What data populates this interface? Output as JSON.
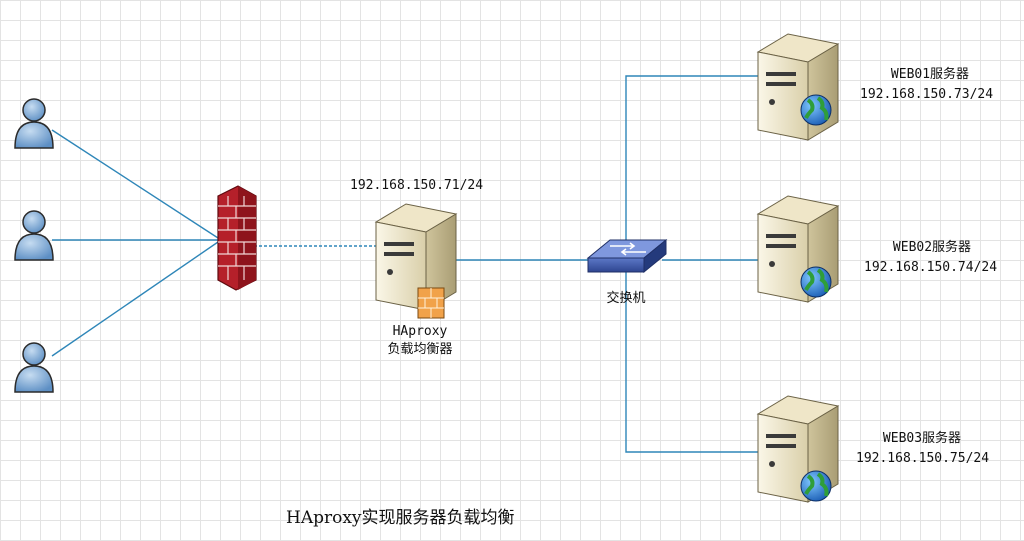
{
  "loadbalancer": {
    "ip": "192.168.150.71/24",
    "name": "HAproxy",
    "role": "负载均衡器"
  },
  "switch": {
    "label": "交换机"
  },
  "servers": [
    {
      "name": "WEB01服务器",
      "ip": "192.168.150.73/24"
    },
    {
      "name": "WEB02服务器",
      "ip": "192.168.150.74/24"
    },
    {
      "name": "WEB03服务器",
      "ip": "192.168.150.75/24"
    }
  ],
  "caption": "HAproxy实现服务器负载均衡",
  "icons": {
    "client": "user-icon",
    "firewall": "firewall-icon",
    "loadbalancer": "server-icon",
    "switch": "switch-icon",
    "web": "web-server-icon"
  },
  "colors": {
    "link": "#2e86b8",
    "firewall": "#b5202a",
    "server": "#efe6c8",
    "user": "#7aa8d6"
  }
}
